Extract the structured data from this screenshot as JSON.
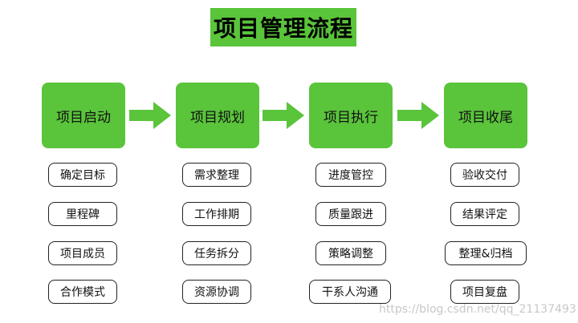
{
  "title": "项目管理流程",
  "colors": {
    "accent": "#5ac43b"
  },
  "phases": [
    {
      "label": "项目启动",
      "items": [
        "确定目标",
        "里程碑",
        "项目成员",
        "合作模式"
      ]
    },
    {
      "label": "项目规划",
      "items": [
        "需求整理",
        "工作排期",
        "任务拆分",
        "资源协调"
      ]
    },
    {
      "label": "项目执行",
      "items": [
        "进度管控",
        "质量跟进",
        "策略调整",
        "干系人沟通"
      ]
    },
    {
      "label": "项目收尾",
      "items": [
        "验收交付",
        "结果评定",
        "整理&归档",
        "项目复盘"
      ]
    }
  ],
  "watermark": "https://blog.csdn.net/qq_21137493"
}
